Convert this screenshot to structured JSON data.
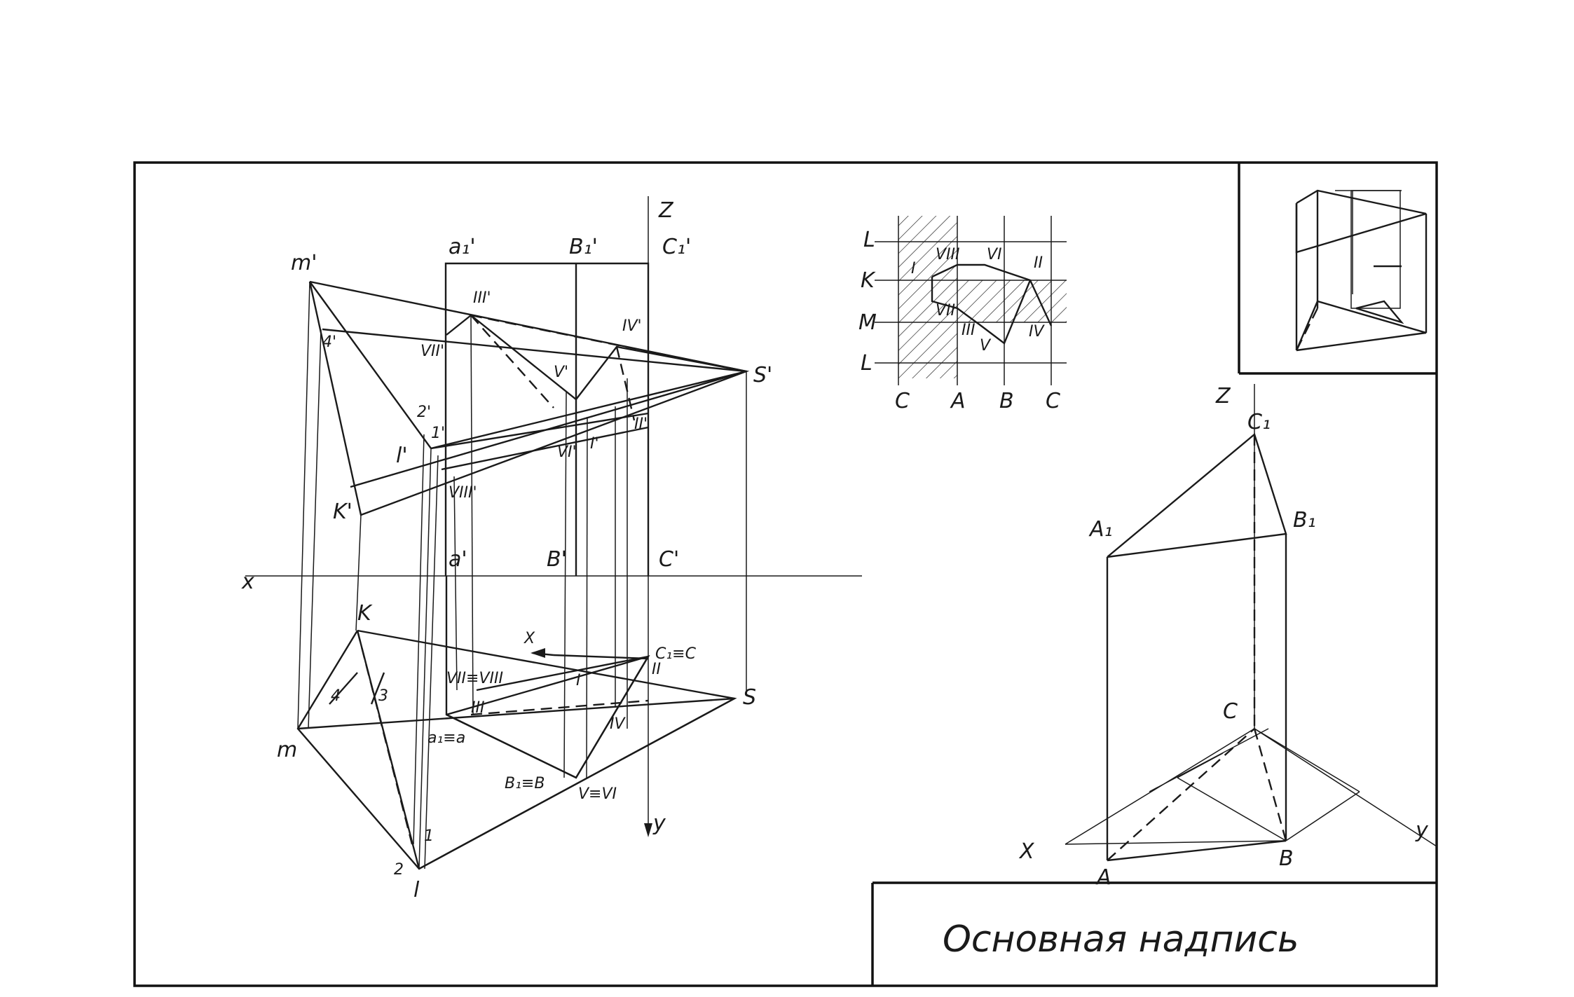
{
  "labels": {
    "title_block": "Основная надпись",
    "frontal": {
      "m": "m'",
      "k": "K'",
      "l": "l'",
      "s": "S'",
      "a1": "a₁'",
      "b1": "B₁'",
      "c1": "C₁'",
      "a": "a'",
      "b": "B'",
      "c": "C'",
      "n4": "4'",
      "n2": "2'",
      "n1": "1'",
      "r3": "III'",
      "r4": "IV'",
      "r5": "V'",
      "r7": "VII'",
      "r6": "VI'",
      "r8": "VIII'",
      "r1": "I'",
      "r2": "II'"
    },
    "horizontal": {
      "k": "K",
      "m": "m",
      "l": "l",
      "s": "S",
      "n4": "4",
      "n3": "3",
      "n1": "1",
      "n2": "2",
      "a": "a₁≡a",
      "b": "B₁≡B",
      "c": "C₁≡C",
      "r78": "VII≡VIII",
      "r1": "I",
      "r2": "II",
      "r3": "III",
      "r4": "IV",
      "r56": "V≡VI"
    },
    "axes": {
      "x": "x",
      "z": "Z",
      "y": "y",
      "x_arrow": "X"
    },
    "development": {
      "rows": [
        "L",
        "K",
        "M",
        "L"
      ],
      "cols": [
        "C",
        "A",
        "B",
        "C"
      ],
      "pts": [
        "VIII",
        "VI",
        "II",
        "I",
        "VII",
        "III",
        "V",
        "IV"
      ]
    },
    "iso": {
      "z": "Z",
      "c1": "C₁",
      "a1": "A₁",
      "b1": "B₁",
      "c": "C",
      "a": "A",
      "b": "B",
      "x": "X",
      "y": "y"
    }
  },
  "colors": {
    "ink": "#1a1a1a",
    "paper": "#ffffff"
  }
}
